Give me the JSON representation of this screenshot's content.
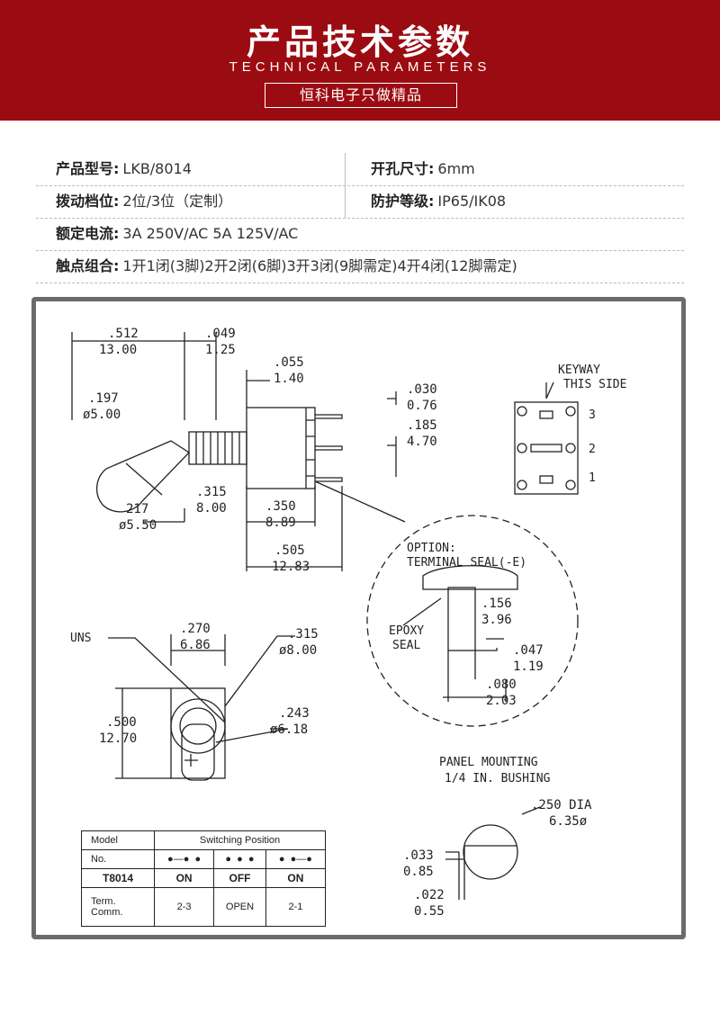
{
  "header": {
    "title": "产品技术参数",
    "subtitle": "TECHNICAL PARAMETERS",
    "tagline": "恒科电子只做精品"
  },
  "specs": [
    {
      "key": "产品型号:",
      "value": "LKB/8014"
    },
    {
      "key": "开孔尺寸:",
      "value": "6mm"
    },
    {
      "key": "拨动档位:",
      "value": "2位/3位（定制）"
    },
    {
      "key": "防护等级:",
      "value": "IP65/IK08"
    },
    {
      "key": "额定电流:",
      "value": "3A 250V/AC  5A 125V/AC"
    },
    {
      "key": "触点组合:",
      "value": "1开1闭(3脚)2开2闭(6脚)3开3闭(9脚需定)4开4闭(12脚需定)"
    }
  ],
  "drawing": {
    "dims": {
      "d512": ".512",
      "d1300": "13.00",
      "d049": ".049",
      "d125": "1.25",
      "d055": ".055",
      "d140": "1.40",
      "d030": ".030",
      "d076": "0.76",
      "d185": ".185",
      "d470": "4.70",
      "d197": ".197",
      "d500": "ø5.00",
      "d217": "217",
      "d550": "ø5.50",
      "d315": ".315",
      "d800": "8.00",
      "d350": ".350",
      "d889": "8.89",
      "d505": ".505",
      "d1283": "12.83",
      "d270": ".270",
      "d686": "6.86",
      "d315b": ".315",
      "d800b": "ø8.00",
      "d500b": ".500",
      "d1270": "12.70",
      "d243": ".243",
      "d618": "ø6.18",
      "d156": ".156",
      "d396": "3.96",
      "d047": ".047",
      "d119": "1.19",
      "d080": ".080",
      "d203": "2.03",
      "d250": ".250 DIA",
      "d635": "6.35ø",
      "d033": ".033",
      "d085": "0.85",
      "d022": ".022",
      "d055b": "0.55"
    },
    "labels": {
      "keyway1": "KEYWAY",
      "keyway2": "THIS SIDE",
      "pin3": "3",
      "pin2": "2",
      "pin1": "1",
      "option1": "OPTION:",
      "option2": "TERMINAL SEAL(-E)",
      "epoxy1": "EPOXY",
      "epoxy2": "SEAL",
      "uns": "UNS",
      "panel1": "PANEL MOUNTING",
      "panel2": "1/4 IN. BUSHING"
    },
    "switch_table": {
      "model_label": "Model",
      "no_label": "No.",
      "position_label": "Switching Position",
      "model": "T8014",
      "positions": [
        "ON",
        "OFF",
        "ON"
      ],
      "term_label1": "Term.",
      "term_label2": "Comm.",
      "terms": [
        "2-3",
        "OPEN",
        "2-1"
      ]
    }
  }
}
